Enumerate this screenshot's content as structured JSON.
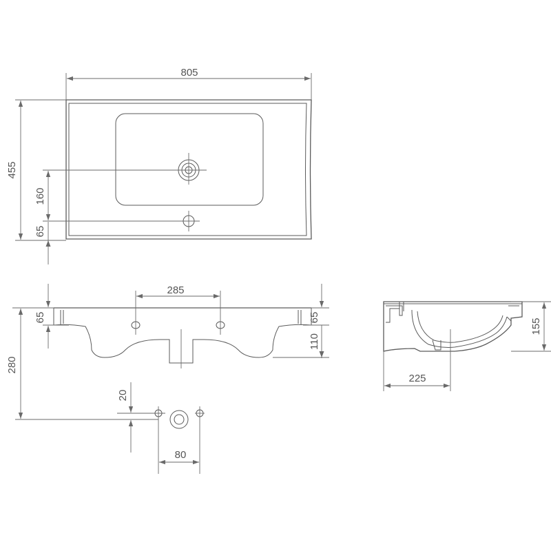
{
  "top_view": {
    "width": "805",
    "depth": "455",
    "drain_offset": "160",
    "tap_offset": "65"
  },
  "front_view": {
    "hole_spacing": "285",
    "rim_height_left": "65",
    "rim_height_right": "65",
    "bowl_depth": "110",
    "total_height": "280"
  },
  "detail": {
    "hole_height": "20",
    "hole_spacing": "80"
  },
  "side_view": {
    "height": "155",
    "drain_distance": "225"
  }
}
